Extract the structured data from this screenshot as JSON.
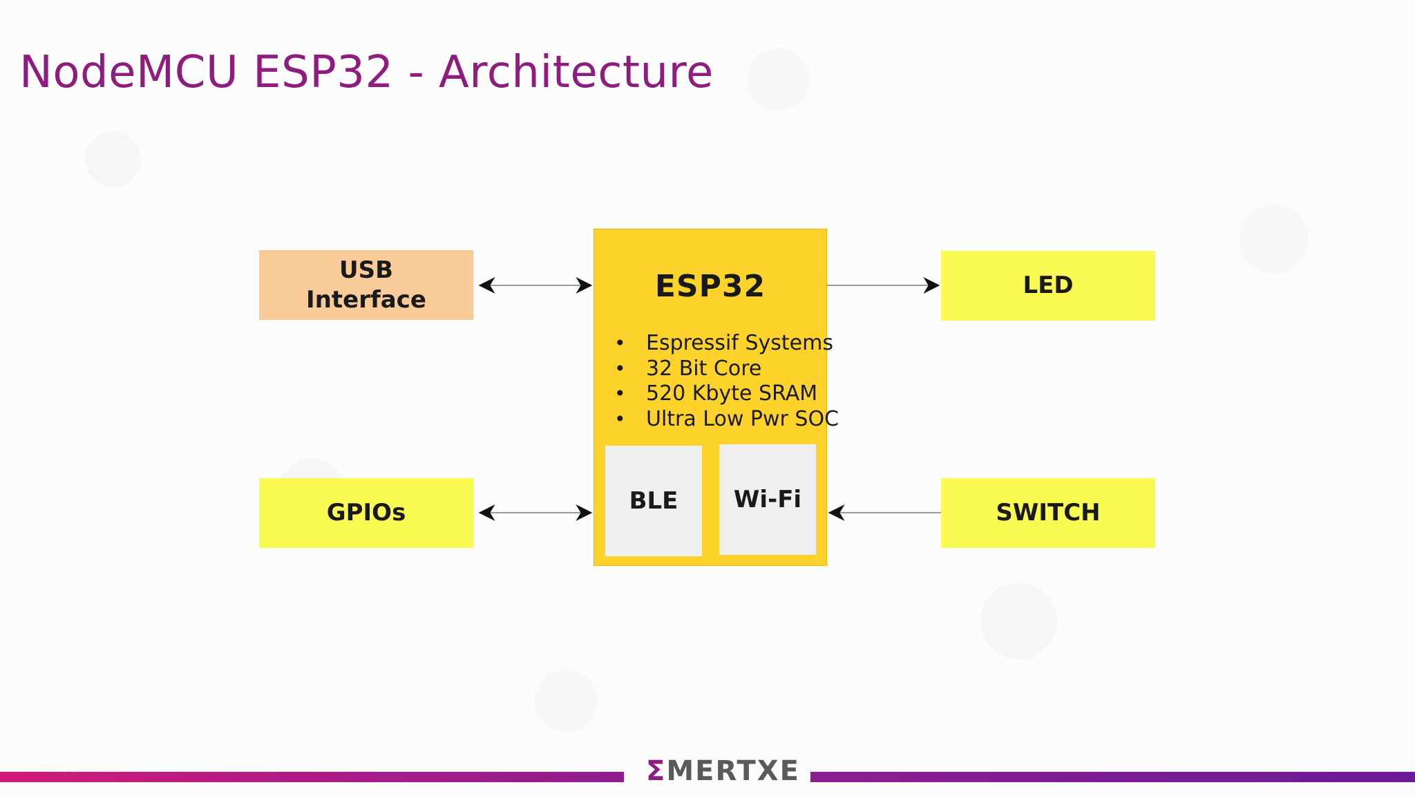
{
  "slide": {
    "title": "NodeMCU ESP32 - Architecture"
  },
  "diagram": {
    "usb": "USB\nInterface",
    "gpio": "GPIOs",
    "led": "LED",
    "switch": "SWITCH",
    "esp": {
      "title": "ESP32",
      "features": [
        "Espressif Systems",
        "32 Bit Core",
        "520 Kbyte SRAM",
        "Ultra Low Pwr SOC"
      ],
      "ble": "BLE",
      "wifi": "Wi-Fi"
    },
    "colors": {
      "usb_box": "#f9cb98",
      "peripheral_box": "#fafb52",
      "esp_box": "#fdd32b",
      "sub_box": "#efefef",
      "title": "#8e1d7f"
    }
  },
  "footer": {
    "logo_mark": "Σ",
    "logo_text": "MERTXE"
  }
}
